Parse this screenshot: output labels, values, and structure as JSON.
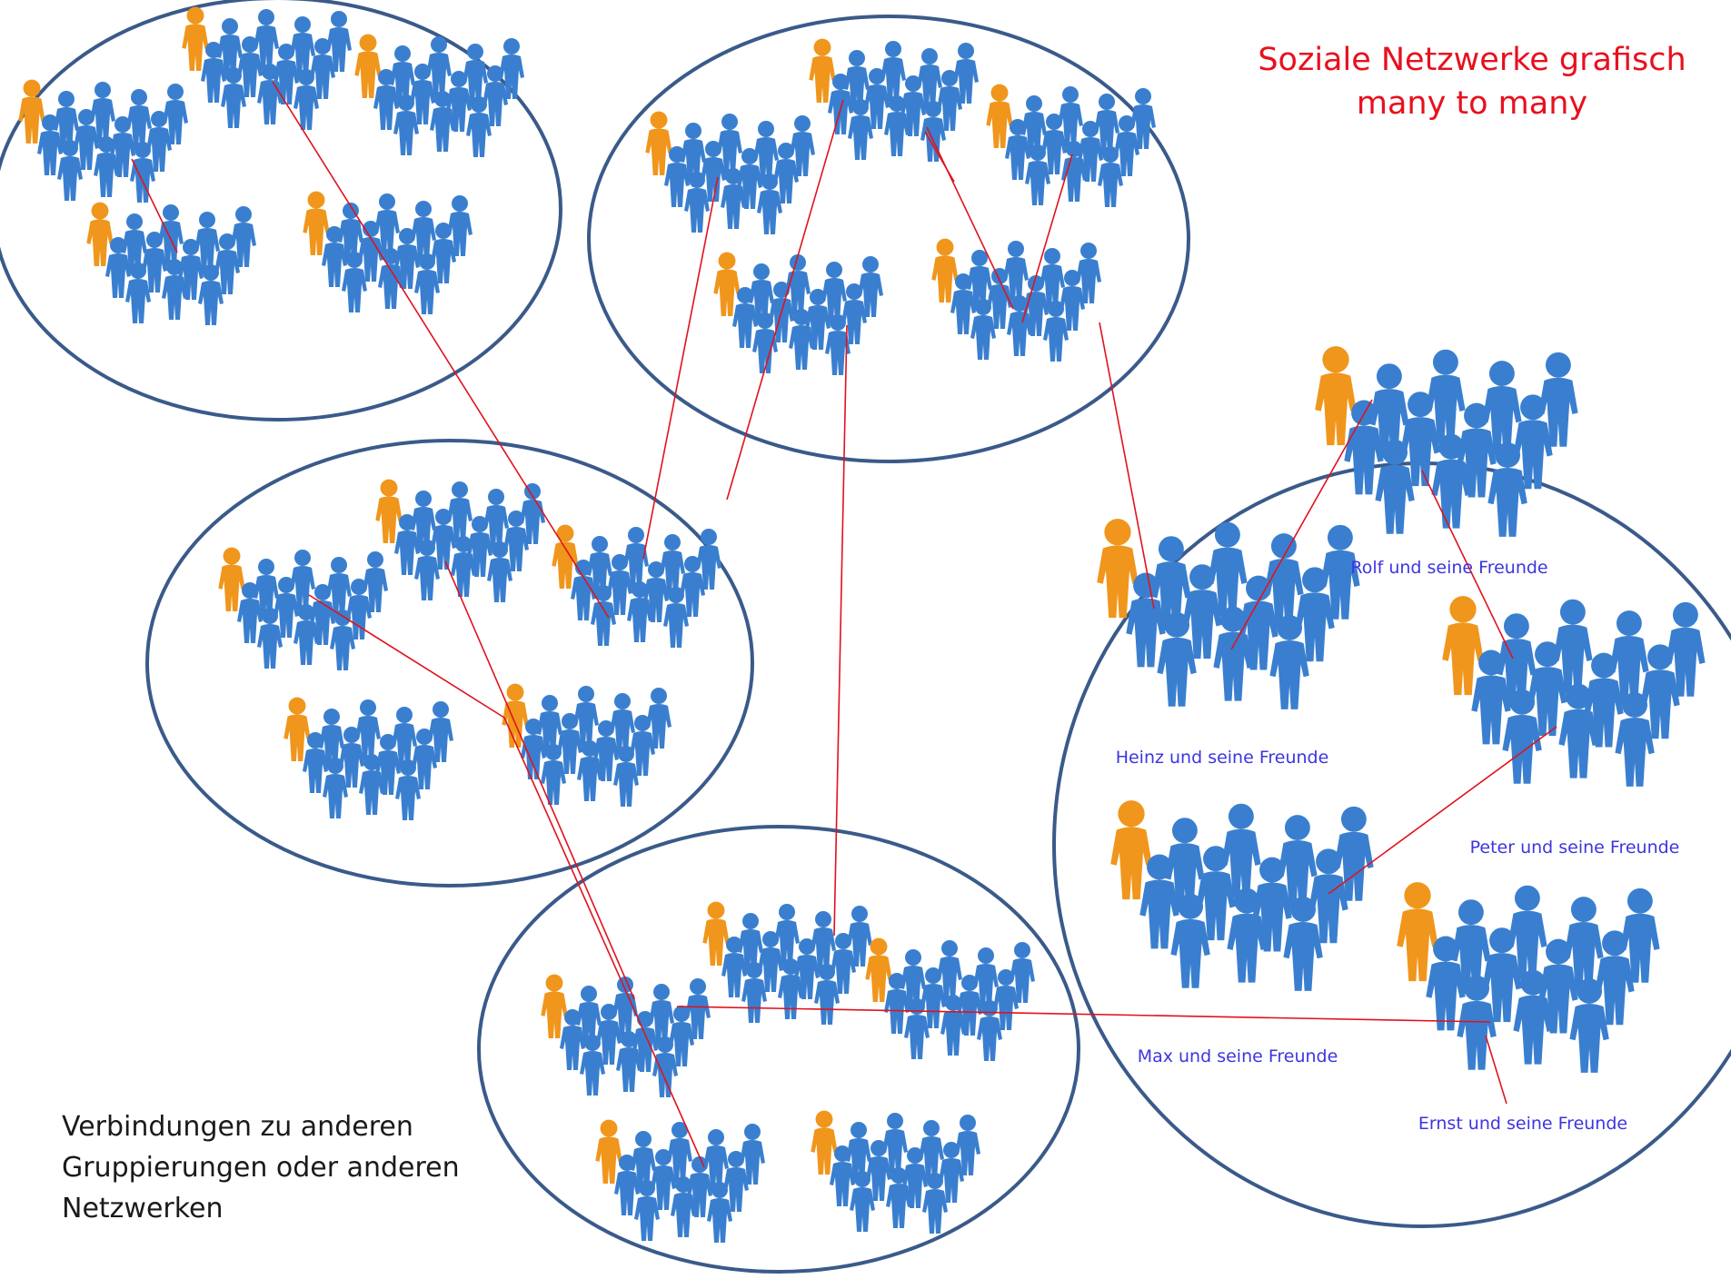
{
  "title": {
    "line1": "Soziale Netzwerke  grafisch",
    "line2": "many to many"
  },
  "caption": {
    "line1": "Verbindungen zu anderen",
    "line2": "Gruppierungen oder anderen",
    "line3": "Netzwerken"
  },
  "group_labels": {
    "rolf": "Rolf und seine Freunde",
    "heinz": "Heinz und seine Freunde",
    "peter": "Peter und seine Freunde",
    "max": "Max und seine Freunde",
    "ernst": "Ernst und seine Freunde"
  },
  "colors": {
    "leader": "#f0961c",
    "member": "#3a7fcf",
    "network_outline": "#3a5a8a",
    "connection": "#e0121e",
    "title": "#e8101e",
    "group_label": "#3d35e0"
  },
  "icons": {
    "leader": "person-icon-orange",
    "member": "person-icon-blue"
  }
}
